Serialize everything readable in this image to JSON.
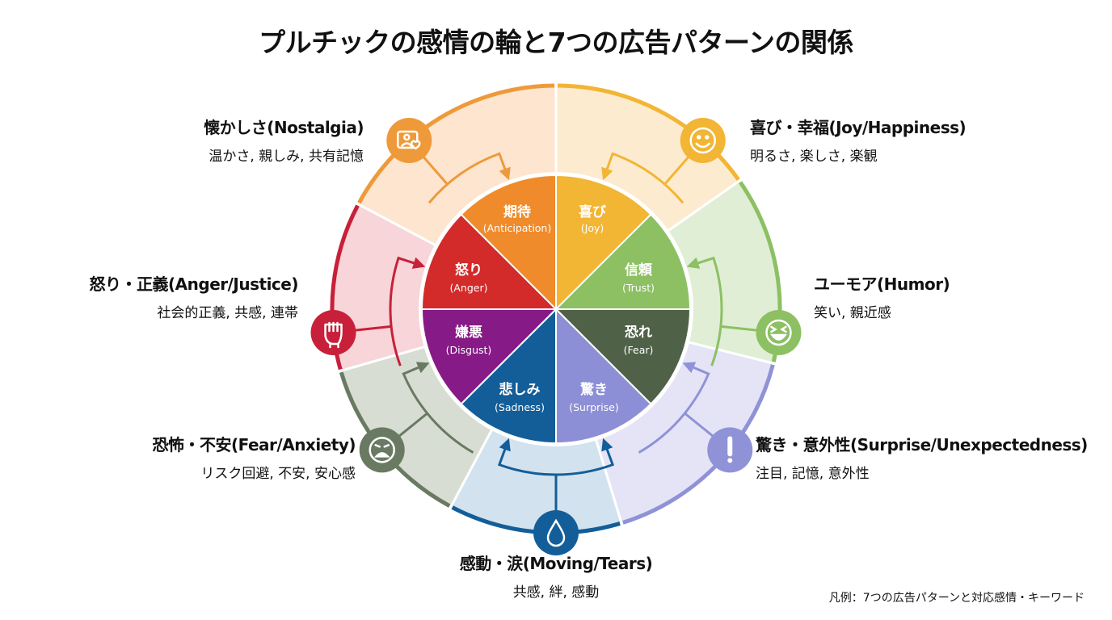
{
  "title": "プルチックの感情の輪と7つの広告パターンの関係",
  "legend": "凡例：7つの広告パターンと対応感情・キーワード",
  "emotions": [
    {
      "key": "joy",
      "ja": "喜び",
      "en": "(Joy)",
      "color": "#f2b534"
    },
    {
      "key": "trust",
      "ja": "信頼",
      "en": "(Trust)",
      "color": "#8cc063"
    },
    {
      "key": "fear",
      "ja": "恐れ",
      "en": "(Fear)",
      "color": "#4f6248"
    },
    {
      "key": "surprise",
      "ja": "驚き",
      "en": "(Surprise)",
      "color": "#8c8fd6"
    },
    {
      "key": "sadness",
      "ja": "悲しみ",
      "en": "(Sadness)",
      "color": "#135e99"
    },
    {
      "key": "disgust",
      "ja": "嫌悪",
      "en": "(Disgust)",
      "color": "#861a86"
    },
    {
      "key": "anger",
      "ja": "怒り",
      "en": "(Anger)",
      "color": "#d32a2a"
    },
    {
      "key": "anticipation",
      "ja": "期待",
      "en": "(Anticipation)",
      "color": "#ef8b2b"
    }
  ],
  "patterns": [
    {
      "key": "joy",
      "title": "喜び・幸福(Joy/Happiness)",
      "keywords": "明るさ, 楽しさ, 楽観",
      "icon": "smile-icon",
      "fill": "#fdebd0",
      "color": "#f2b534"
    },
    {
      "key": "humor",
      "title": "ユーモア(Humor)",
      "keywords": "笑い, 親近感",
      "icon": "laughing-face-icon",
      "fill": "#e0eed5",
      "color": "#8cc063"
    },
    {
      "key": "surprise",
      "title": "驚き・意外性(Surprise/Unexpectedness)",
      "keywords": "注目, 記憶, 意外性",
      "icon": "exclamation-icon",
      "fill": "#e4e4f6",
      "color": "#8f92d6"
    },
    {
      "key": "moving",
      "title": "感動・涙(Moving/Tears)",
      "keywords": "共感, 絆, 感動",
      "icon": "teardrop-icon",
      "fill": "#d2e2ee",
      "color": "#135e99"
    },
    {
      "key": "fear",
      "title": "恐怖・不安(Fear/Anxiety)",
      "keywords": "リスク回避, 不安, 安心感",
      "icon": "worried-face-icon",
      "fill": "#d8ddd4",
      "color": "#6a7a62"
    },
    {
      "key": "anger",
      "title": "怒り・正義(Anger/Justice)",
      "keywords": "社会的正義, 共感, 連帯",
      "icon": "raised-fist-icon",
      "fill": "#f7d5d8",
      "color": "#c8203a"
    },
    {
      "key": "nostalgia",
      "title": "懐かしさ(Nostalgia)",
      "keywords": "温かさ, 親しみ, 共有記憶",
      "icon": "photo-heart-icon",
      "fill": "#fde5cf",
      "color": "#ee9a3a"
    }
  ]
}
